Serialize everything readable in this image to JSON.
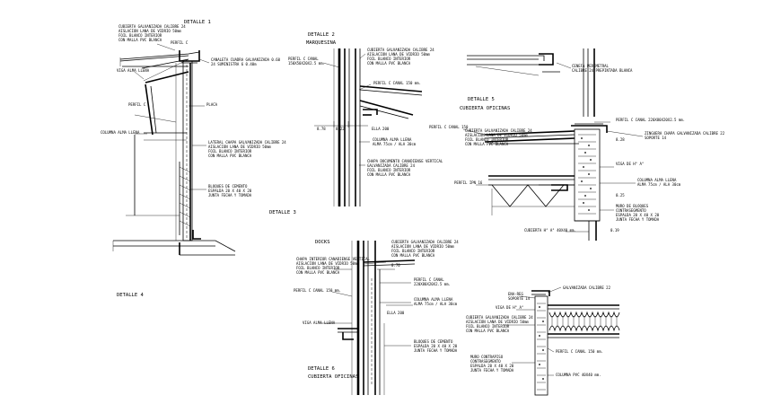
{
  "details": {
    "d1": {
      "title": "DETALLE 1",
      "notes": [
        "CUBIERTA GALVANIZADA CALIBRE 24",
        "AISLACION LANA DE VIDRIO 50mm",
        "FOIL BLANCO INTERIOR",
        "CON MALLA PVC BLANCA"
      ],
      "perfil_c": "PERFIL C",
      "canaleta": [
        "CANALETA CUADRA GALVANIZADA 0.60",
        "24 SUMINISTRA 6 0.40m"
      ],
      "viga": "VIGA ALMA LLENA",
      "perfil_c2": "PERFIL C",
      "placa": "PLACA",
      "columna": "COLUMNA ALMA LLENA",
      "lateral": [
        "LATERAL CHAPA GALVANIZADA CALIBRE 24",
        "AISLACION LANA DE VIDRIO 50mm",
        "FOIL BLANCO INTERIOR",
        "CON MALLA PVC BLANCA"
      ],
      "bloques": [
        "BLOQUES DE CEMENTO",
        "ESPALDA 20 X 40 X 20",
        "JUNTA FECHA Y TOMADA"
      ]
    },
    "d2": {
      "title": "DETALLE 2",
      "subtitle": "MARQUESINA",
      "perfil": [
        "PERFIL C CANAL",
        "150X50X20X2.5 mm."
      ],
      "cubierta": [
        "CUBIERTA GALVANIZADA CALIBRE 24",
        "AISLACION LANA DE VIDRIO 50mm",
        "FOIL BLANCO INTERIOR",
        "CON MALLA PVC BLANCA"
      ],
      "perfil_150": "PERFIL C CANAL 150 mm.",
      "level_878": "8.78",
      "level_822": "8.22",
      "ella": "ELLA 200",
      "columna": [
        "COLUMNA ALMA LLENA",
        "ALMA 75cm / ALA 30cm"
      ],
      "chapa": [
        "CHAPA DOCUMENTO CANADIENSE VERTICAL",
        "GALVANIZADA CALIBRE 24",
        "FOIL BLANCO INTERIOR",
        "CON MALLA PVC BLANCA"
      ]
    },
    "d3": {
      "title": "DETALLE 3"
    },
    "d4": {
      "title": "DETALLE 4"
    },
    "d5": {
      "title": "DETALLE 5",
      "subtitle": "CUBIERTA OFICINAS",
      "cenefa": [
        "CENEFA PERIMETRAL",
        "CALIBRE 24 PREPINTADA BLANCA"
      ],
      "perfil_top": "PERFIL C CANAL 220X80X20X2.5 mm.",
      "perfil_c_canal": "PERFIL C CANAL 150",
      "cubierta": [
        "CUBIERTA GALVANIZADA CALIBRE 24",
        "AISLACION LANA DE VIDRIO 50mm",
        "FOIL BLANCO INTERIOR",
        "CON MALLA PVC BLANCA"
      ],
      "zinguera": [
        "ZINGUERA CHAPA GALVANIZADA CALIBRE 22",
        "SOPORTE 14"
      ],
      "viga": "VIGA DE H° A°",
      "perfil_ipn": "PERFIL IPN 16",
      "columna": [
        "COLUMNA ALMA LLENA",
        "ALMA 75cm / ALA 30cm"
      ],
      "muro": [
        "MURO DE BLOQUES",
        "CONTRASEGMENTO",
        "ESPALDA 20 X 40 X 20",
        "JUNTA FECHA Y TOMADA"
      ],
      "cubierta_bot": "CUBIERTA H° A° 40X40 mm.",
      "level_1": "8.28",
      "level_2": "0.25",
      "level_3": "0.19"
    },
    "d6": {
      "title": "DETALLE 6",
      "subtitle": "CUBIERTA OFICINAS",
      "label_top": "DOCKS",
      "chapa": [
        "CHAPA INTERIOR CANADIENSE VERTICAL",
        "AISLACION LANA DE VIDRIO 50mm",
        "FOIL BLANCO INTERIOR",
        "CON MALLA PVC BLANCA"
      ],
      "cubierta": [
        "CUBIERTA GALVANIZADA CALIBRE 24",
        "AISLACION LANA DE VIDRIO 50mm",
        "FOIL BLANCO INTERIOR",
        "CON MALLA PVC BLANCA"
      ],
      "level_top": "0.70",
      "perfil_right": [
        "PERFIL C CANAL",
        "220X80X20X2.5 mm."
      ],
      "perfil_left": "PERFIL C CANAL 150 mm.",
      "columna": [
        "COLUMNA ALMA LLENA",
        "ALMA 75cm / ALA 30cm"
      ],
      "ella": "ELLA 200",
      "viga": "VIGA ALMA LLENA",
      "bloques": [
        "BLOQUES DE CEMENTO",
        "ESPALDA 20 X 40 X 20",
        "JUNTA FECHA Y TOMADA"
      ]
    },
    "d7": {
      "galvanizada": "GALVANIZADA CALIBRE 22",
      "dpe": [
        "ENA-REG",
        "SOPORTE 14"
      ],
      "viga": "VIGA DE H° A°",
      "cubierta": [
        "CUBIERTA GALVANIZADA CALIBRE 24",
        "AISLACION LANA DE VIDRIO 50mm",
        "FOIL BLANCO INTERIOR",
        "CON MALLA PVC BLANCA"
      ],
      "perfil": "PERFIL C CANAL 150 mm.",
      "muro": [
        "MURO CONTRAPISO",
        "CONTRASEGMENTO",
        "ESPALDA 20 X 40 X 20",
        "JUNTA FECHA Y TOMADA"
      ],
      "columna": "COLUMNA PVC 40X40 mm."
    }
  }
}
